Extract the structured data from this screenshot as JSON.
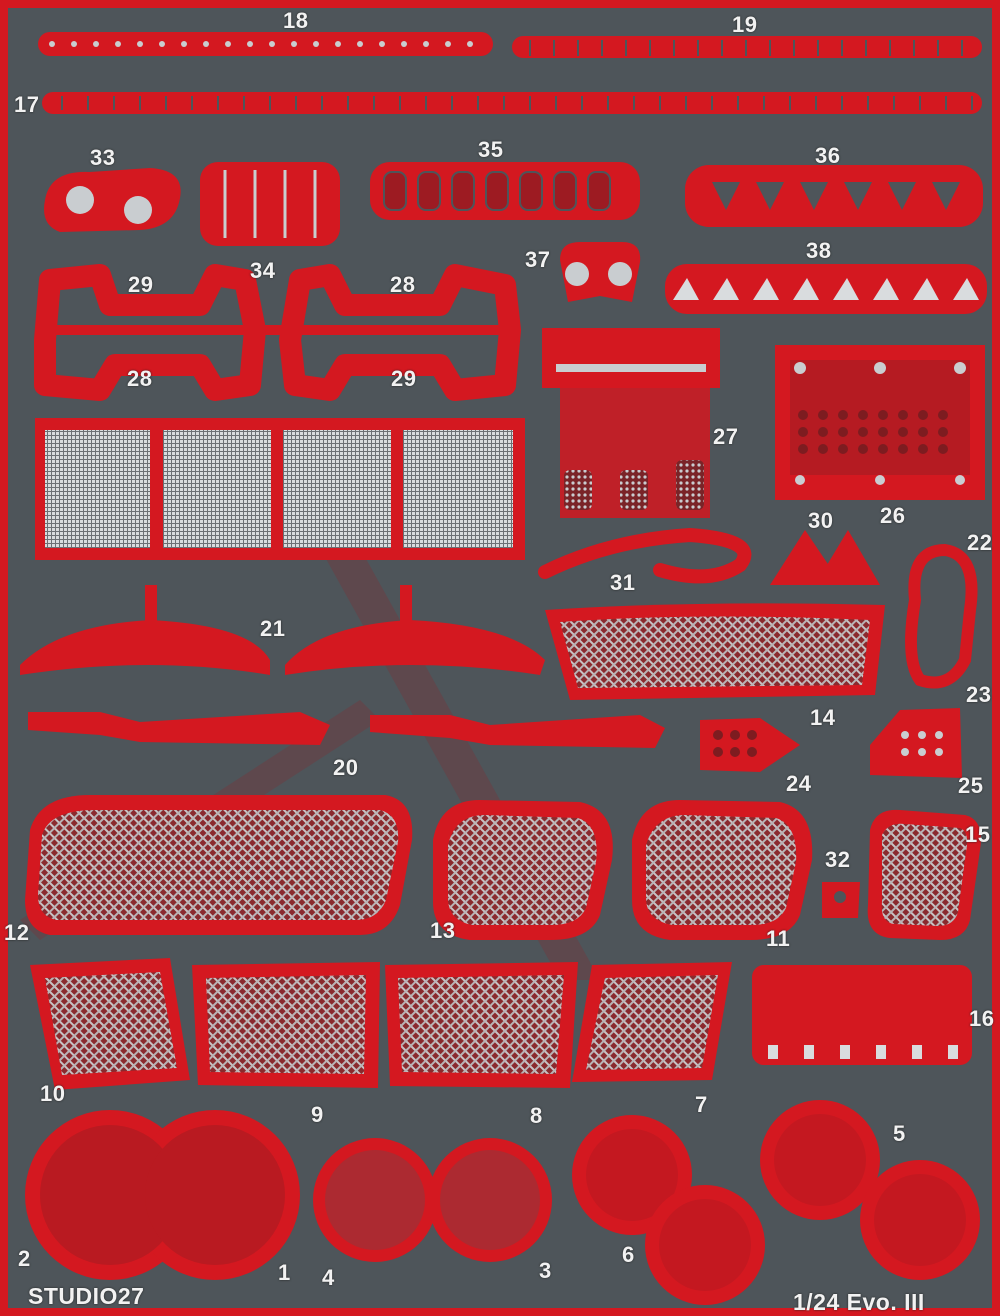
{
  "sheet": {
    "brand": "STUDIO27",
    "model": "1/24 Evo. III",
    "colors": {
      "fret": "#d41820",
      "metal": "#4e555a",
      "steel": "#c9cdd0"
    }
  },
  "parts": {
    "p1": "1",
    "p2": "2",
    "p3": "3",
    "p4": "4",
    "p5": "5",
    "p6": "6",
    "p7": "7",
    "p8": "8",
    "p9": "9",
    "p10": "10",
    "p11": "11",
    "p12": "12",
    "p13": "13",
    "p14": "14",
    "p15": "15",
    "p16": "16",
    "p17": "17",
    "p18": "18",
    "p19": "19",
    "p20": "20",
    "p21": "21",
    "p22": "22",
    "p23": "23",
    "p24": "24",
    "p25": "25",
    "p26": "26",
    "p27": "27",
    "p28a": "28",
    "p28b": "28",
    "p29a": "29",
    "p29b": "29",
    "p30": "30",
    "p31": "31",
    "p32": "32",
    "p33": "33",
    "p34": "34",
    "p35": "35",
    "p36": "36",
    "p37": "37",
    "p38": "38"
  }
}
